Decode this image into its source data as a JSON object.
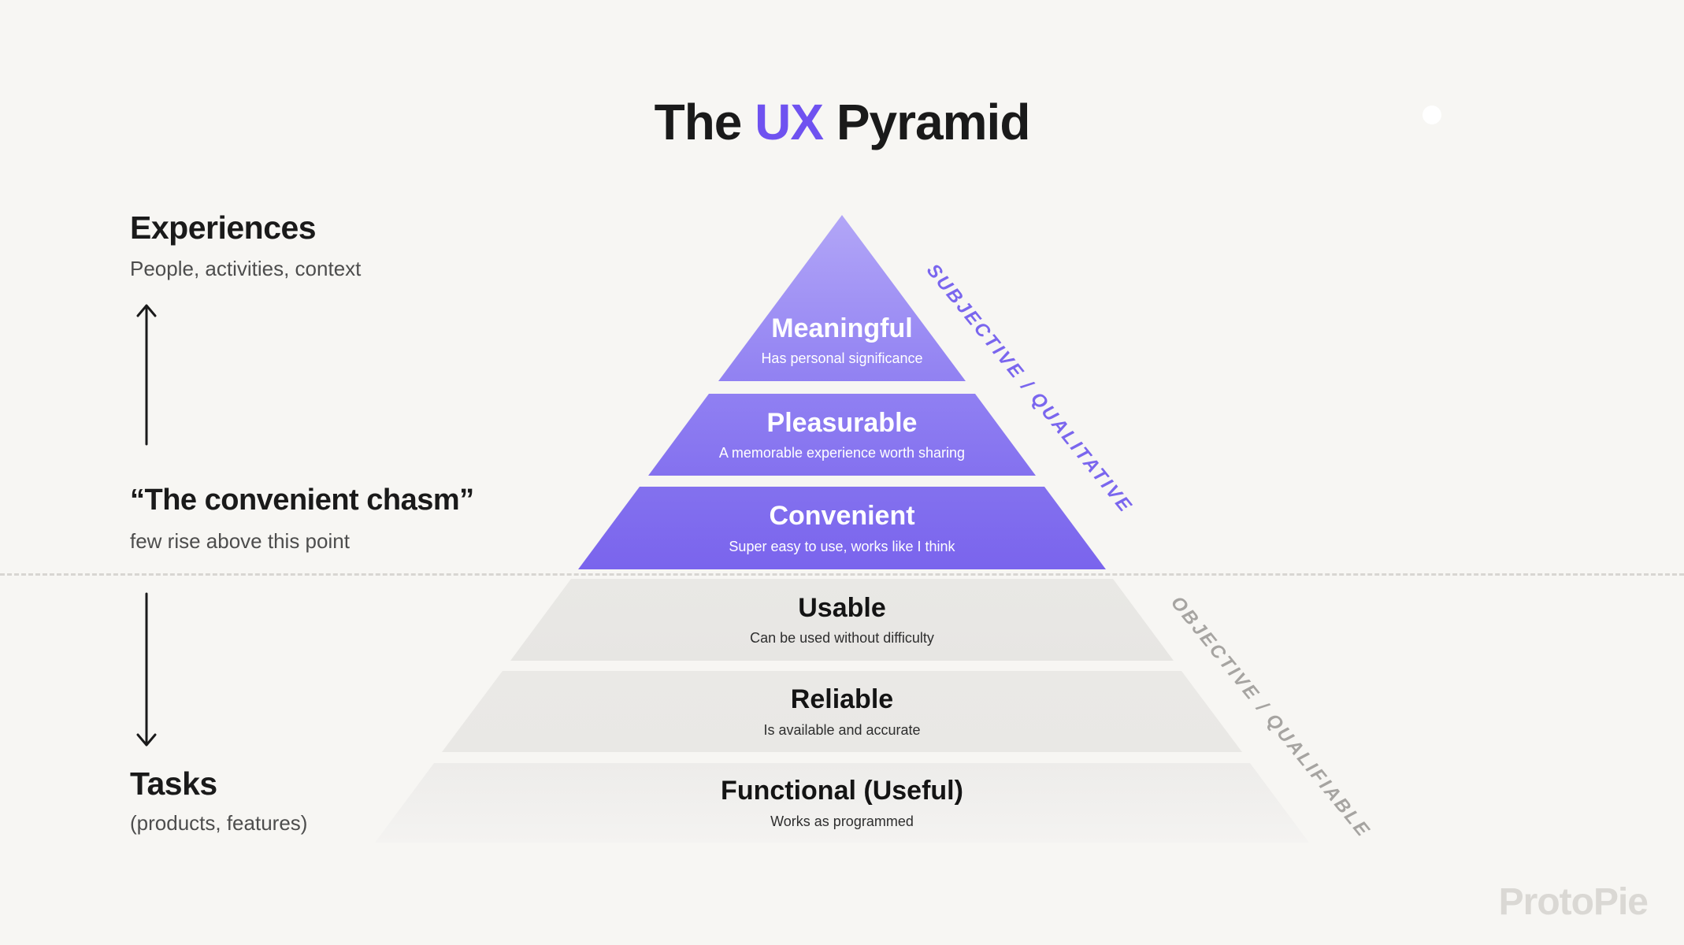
{
  "title": {
    "prefix": "The ",
    "highlight": "UX",
    "suffix": " Pyramid"
  },
  "left_annotations": {
    "experiences": {
      "title": "Experiences",
      "subtitle": "People, activities, context"
    },
    "chasm": {
      "title": "“The convenient chasm”",
      "subtitle": "few rise above this point"
    },
    "tasks": {
      "title": "Tasks",
      "subtitle": "(products, features)"
    }
  },
  "pyramid": {
    "levels": [
      {
        "title": "Meaningful",
        "subtitle": "Has personal significance",
        "group": "subjective",
        "color": "#9181f2"
      },
      {
        "title": "Pleasurable",
        "subtitle": "A memorable experience worth sharing",
        "group": "subjective",
        "color": "#8471ef"
      },
      {
        "title": "Convenient",
        "subtitle": "Super easy to use, works like I think",
        "group": "subjective",
        "color": "#7a64ed"
      },
      {
        "title": "Usable",
        "subtitle": "Can be used without difficulty",
        "group": "objective",
        "color": "#e8e7e4"
      },
      {
        "title": "Reliable",
        "subtitle": "Is available and accurate",
        "group": "objective",
        "color": "#e9e8e5"
      },
      {
        "title": "Functional (Useful)",
        "subtitle": "Works as programmed",
        "group": "objective",
        "color": "#efeeec"
      }
    ]
  },
  "side_labels": {
    "subjective": "SUBJECTIVE / QUALITATIVE",
    "objective": "OBJECTIVE / QUALIFIABLE"
  },
  "branding": {
    "logo": "ProtoPie"
  },
  "colors": {
    "background": "#f7f6f3",
    "accent_purple": "#6f52f0",
    "subjective_label": "#7a66ee",
    "objective_label": "#a6a4a1",
    "dashed_line": "#d8d6d2"
  }
}
